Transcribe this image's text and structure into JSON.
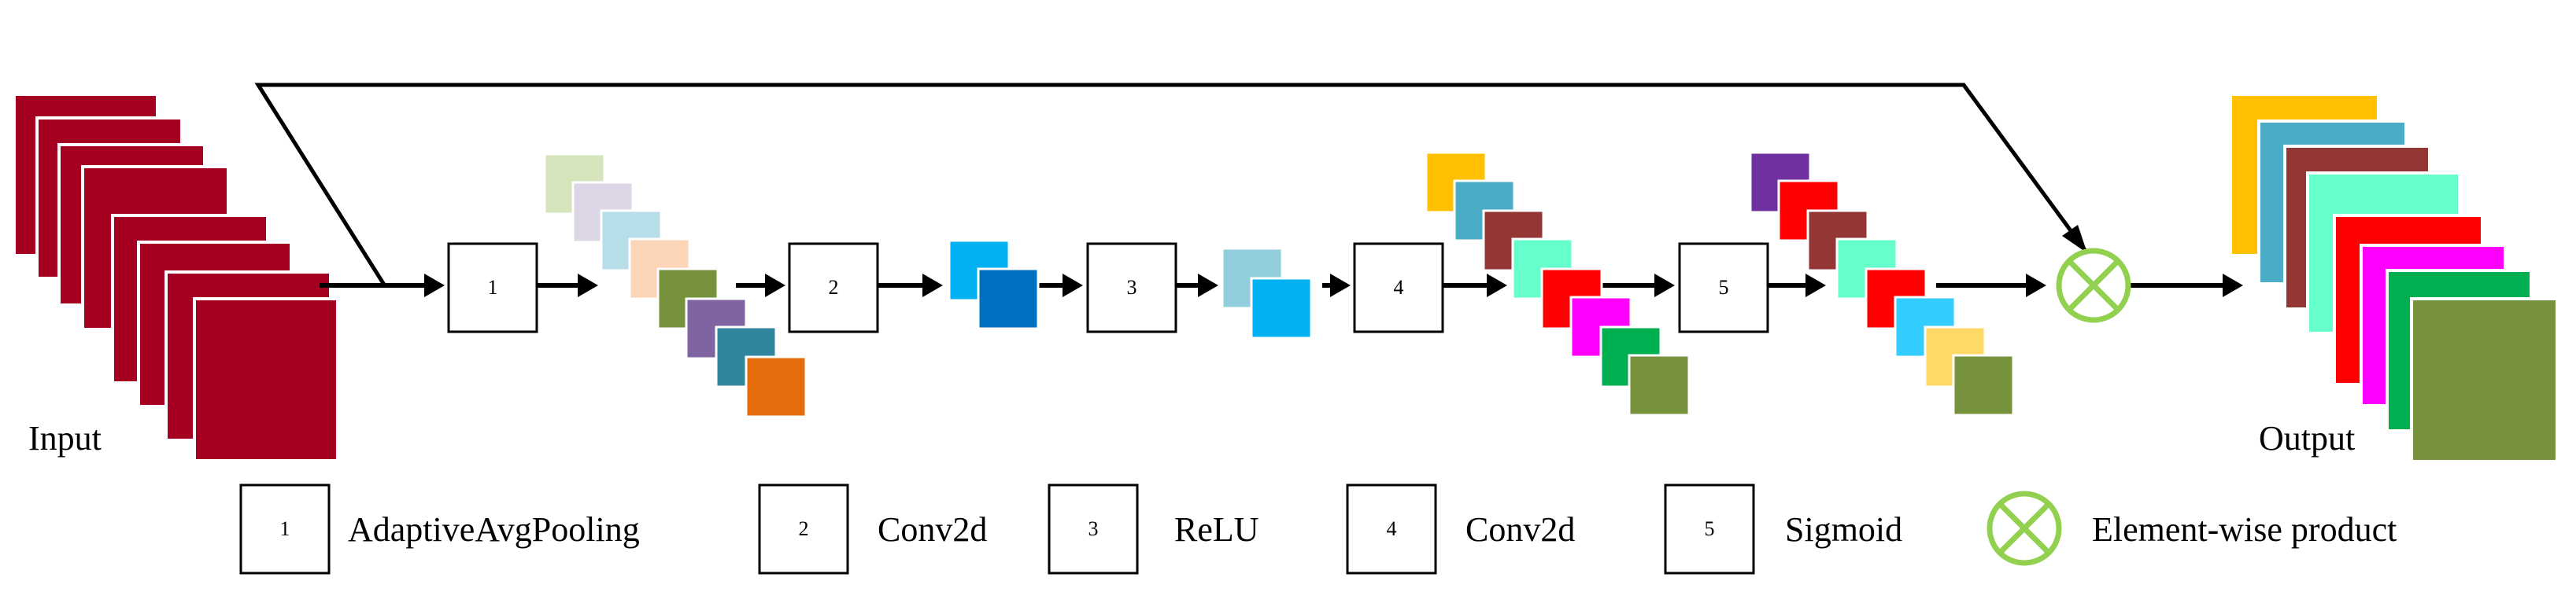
{
  "labels": {
    "input": "Input",
    "output": "Output"
  },
  "blocks": [
    {
      "num": "1"
    },
    {
      "num": "2"
    },
    {
      "num": "3"
    },
    {
      "num": "4"
    },
    {
      "num": "5"
    }
  ],
  "legend": [
    {
      "num": "1",
      "text": "AdaptiveAvgPooling"
    },
    {
      "num": "2",
      "text": "Conv2d"
    },
    {
      "num": "3",
      "text": "ReLU"
    },
    {
      "num": "4",
      "text": "Conv2d"
    },
    {
      "num": "5",
      "text": "Sigmoid"
    },
    {
      "symbol": "element-wise-product-icon",
      "text": "Element-wise product"
    }
  ],
  "colors": {
    "input_stack": "#A50021",
    "product_symbol": "#92D050",
    "after_pool": [
      "#D6E4BC",
      "#DCD6E6",
      "#B5DEE9",
      "#FBD5B5",
      "#76923C",
      "#8064A2",
      "#31859C",
      "#E46C0A"
    ],
    "after_conv1": [
      "#00B0F0",
      "#0070C0"
    ],
    "after_relu": [
      "#92CDDC",
      "#00B0F0"
    ],
    "after_conv2": [
      "#FFC000",
      "#4BACC6",
      "#943634",
      "#66FFCC",
      "#FF0000",
      "#FF00FF",
      "#00B050",
      "#76923C"
    ],
    "after_sigmoid": [
      "#7030A0",
      "#FF0000",
      "#943634",
      "#66FFCC",
      "#FF0000",
      "#33CCFF",
      "#FFD966",
      "#76923C"
    ],
    "output_stack": [
      "#FFC000",
      "#4BACC6",
      "#943634",
      "#66FFCC",
      "#FF0000",
      "#FF00FF",
      "#00B050",
      "#76923C"
    ]
  }
}
